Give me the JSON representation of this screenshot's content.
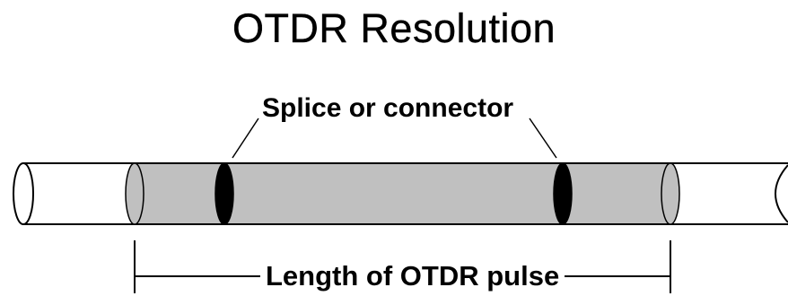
{
  "title": "OTDR Resolution",
  "labels": {
    "splice": "Splice or connector",
    "pulse": "Length of OTDR pulse"
  },
  "colors": {
    "fiber_outline": "#000000",
    "pulse_fill": "#c0c0c0",
    "splice_fill": "#000000",
    "background": "#ffffff"
  }
}
